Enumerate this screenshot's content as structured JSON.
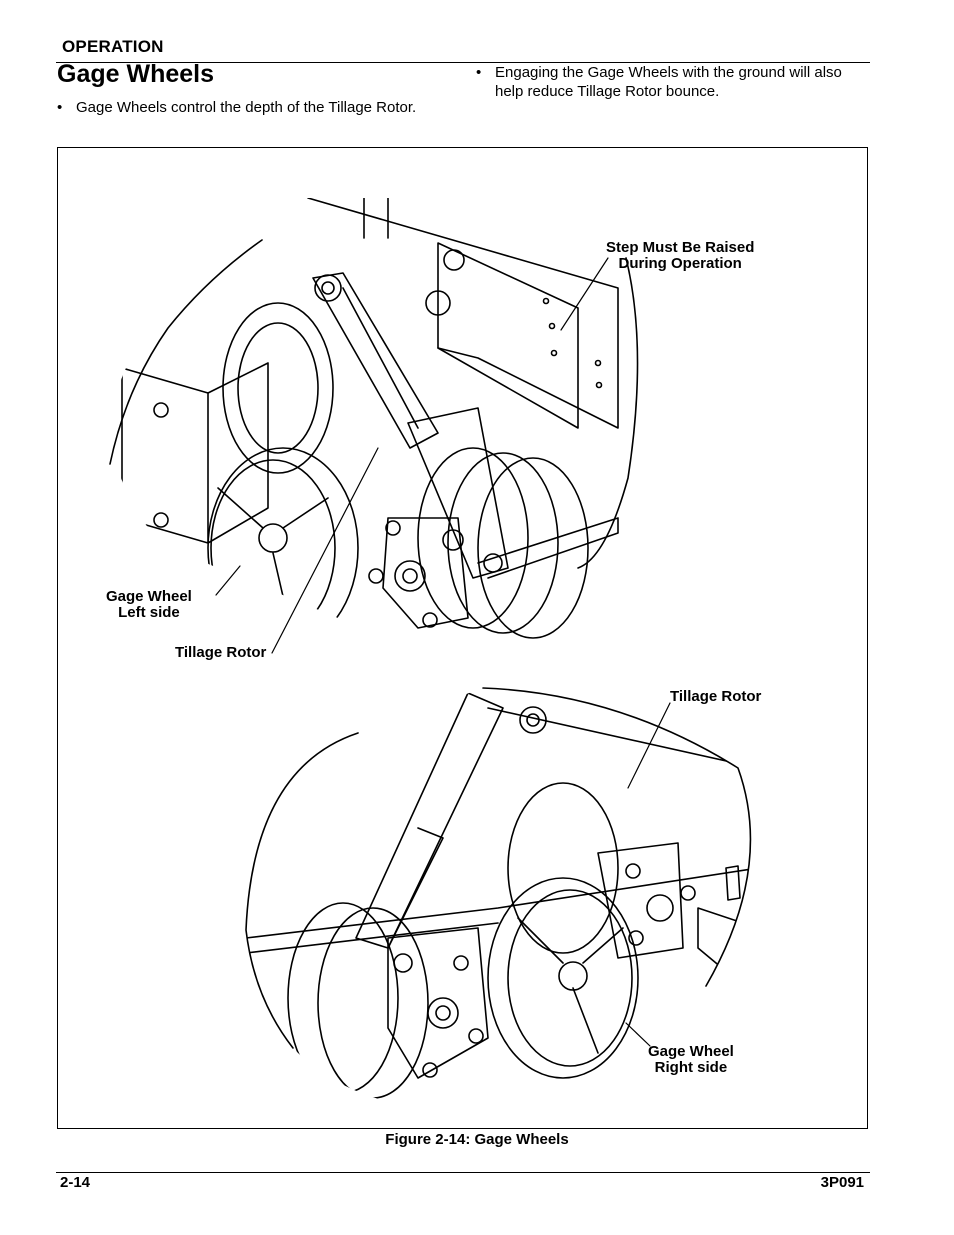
{
  "header": {
    "section": "OPERATION"
  },
  "page_title": "Gage Wheels",
  "bullets": [
    {
      "symbol": "•",
      "text": "Gage Wheels control the depth of the Tillage Rotor."
    },
    {
      "symbol": "•",
      "text": "Engaging the Gage Wheels with the ground will also help reduce Tillage Rotor bounce."
    }
  ],
  "figure": {
    "callouts": {
      "step_line1": "Step Must Be Raised",
      "step_line2": "During Operation",
      "gage_left_line1": "Gage Wheel",
      "gage_left_line2": "Left side",
      "tillage_rotor_top": "Tillage Rotor",
      "tillage_rotor_bottom": "Tillage Rotor",
      "gage_right_line1": "Gage Wheel",
      "gage_right_line2": "Right side"
    },
    "caption": "Figure 2-14:  Gage Wheels"
  },
  "footer": {
    "page_number": "2-14",
    "doc_code": "3P091"
  }
}
